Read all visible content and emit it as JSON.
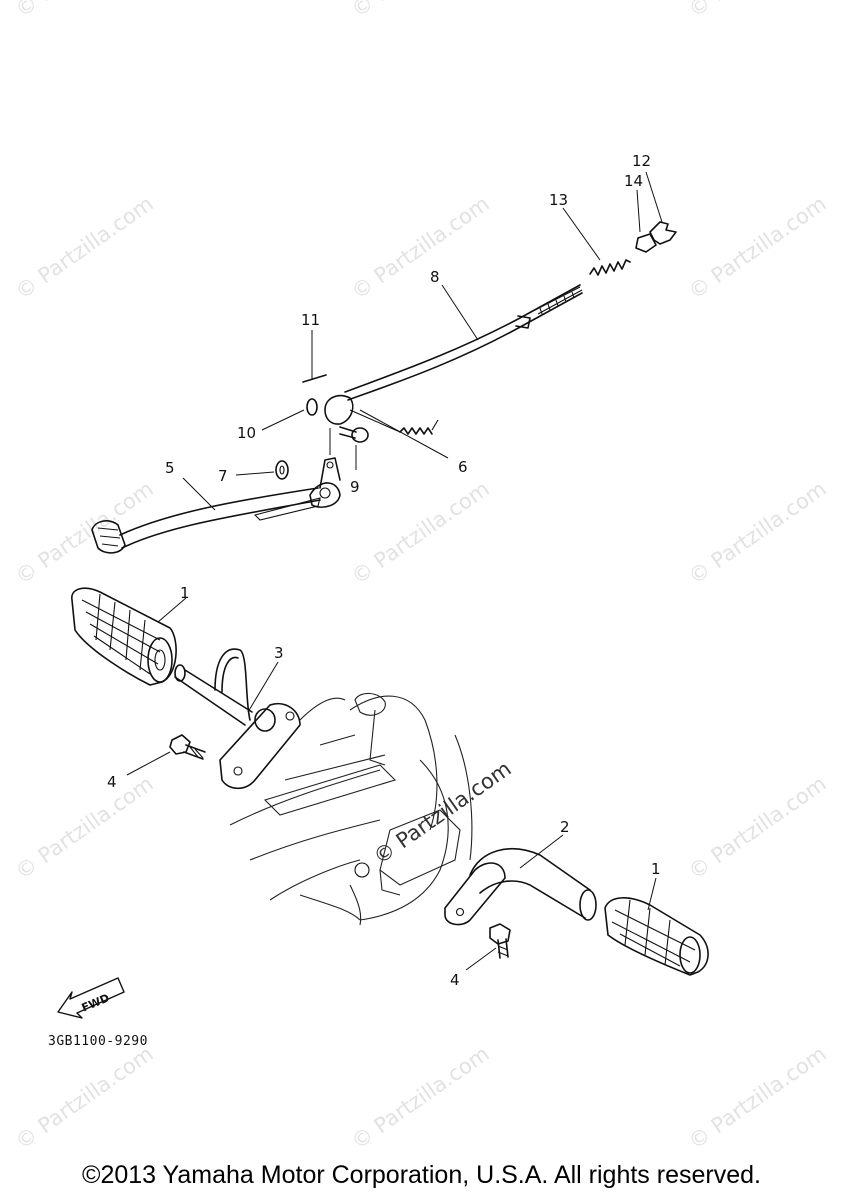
{
  "watermark": "© Partzilla.com",
  "callouts": {
    "c1a": "1",
    "c1b": "1",
    "c2": "2",
    "c3": "3",
    "c4a": "4",
    "c4b": "4",
    "c5": "5",
    "c6": "6",
    "c7": "7",
    "c8": "8",
    "c9": "9",
    "c10": "10",
    "c11": "11",
    "c12": "12",
    "c13": "13",
    "c14": "14"
  },
  "fwd_label": "FWD",
  "diagram_code": "3GB1100-9290",
  "copyright": "©2013 Yamaha Motor Corporation, U.S.A. All rights reserved."
}
